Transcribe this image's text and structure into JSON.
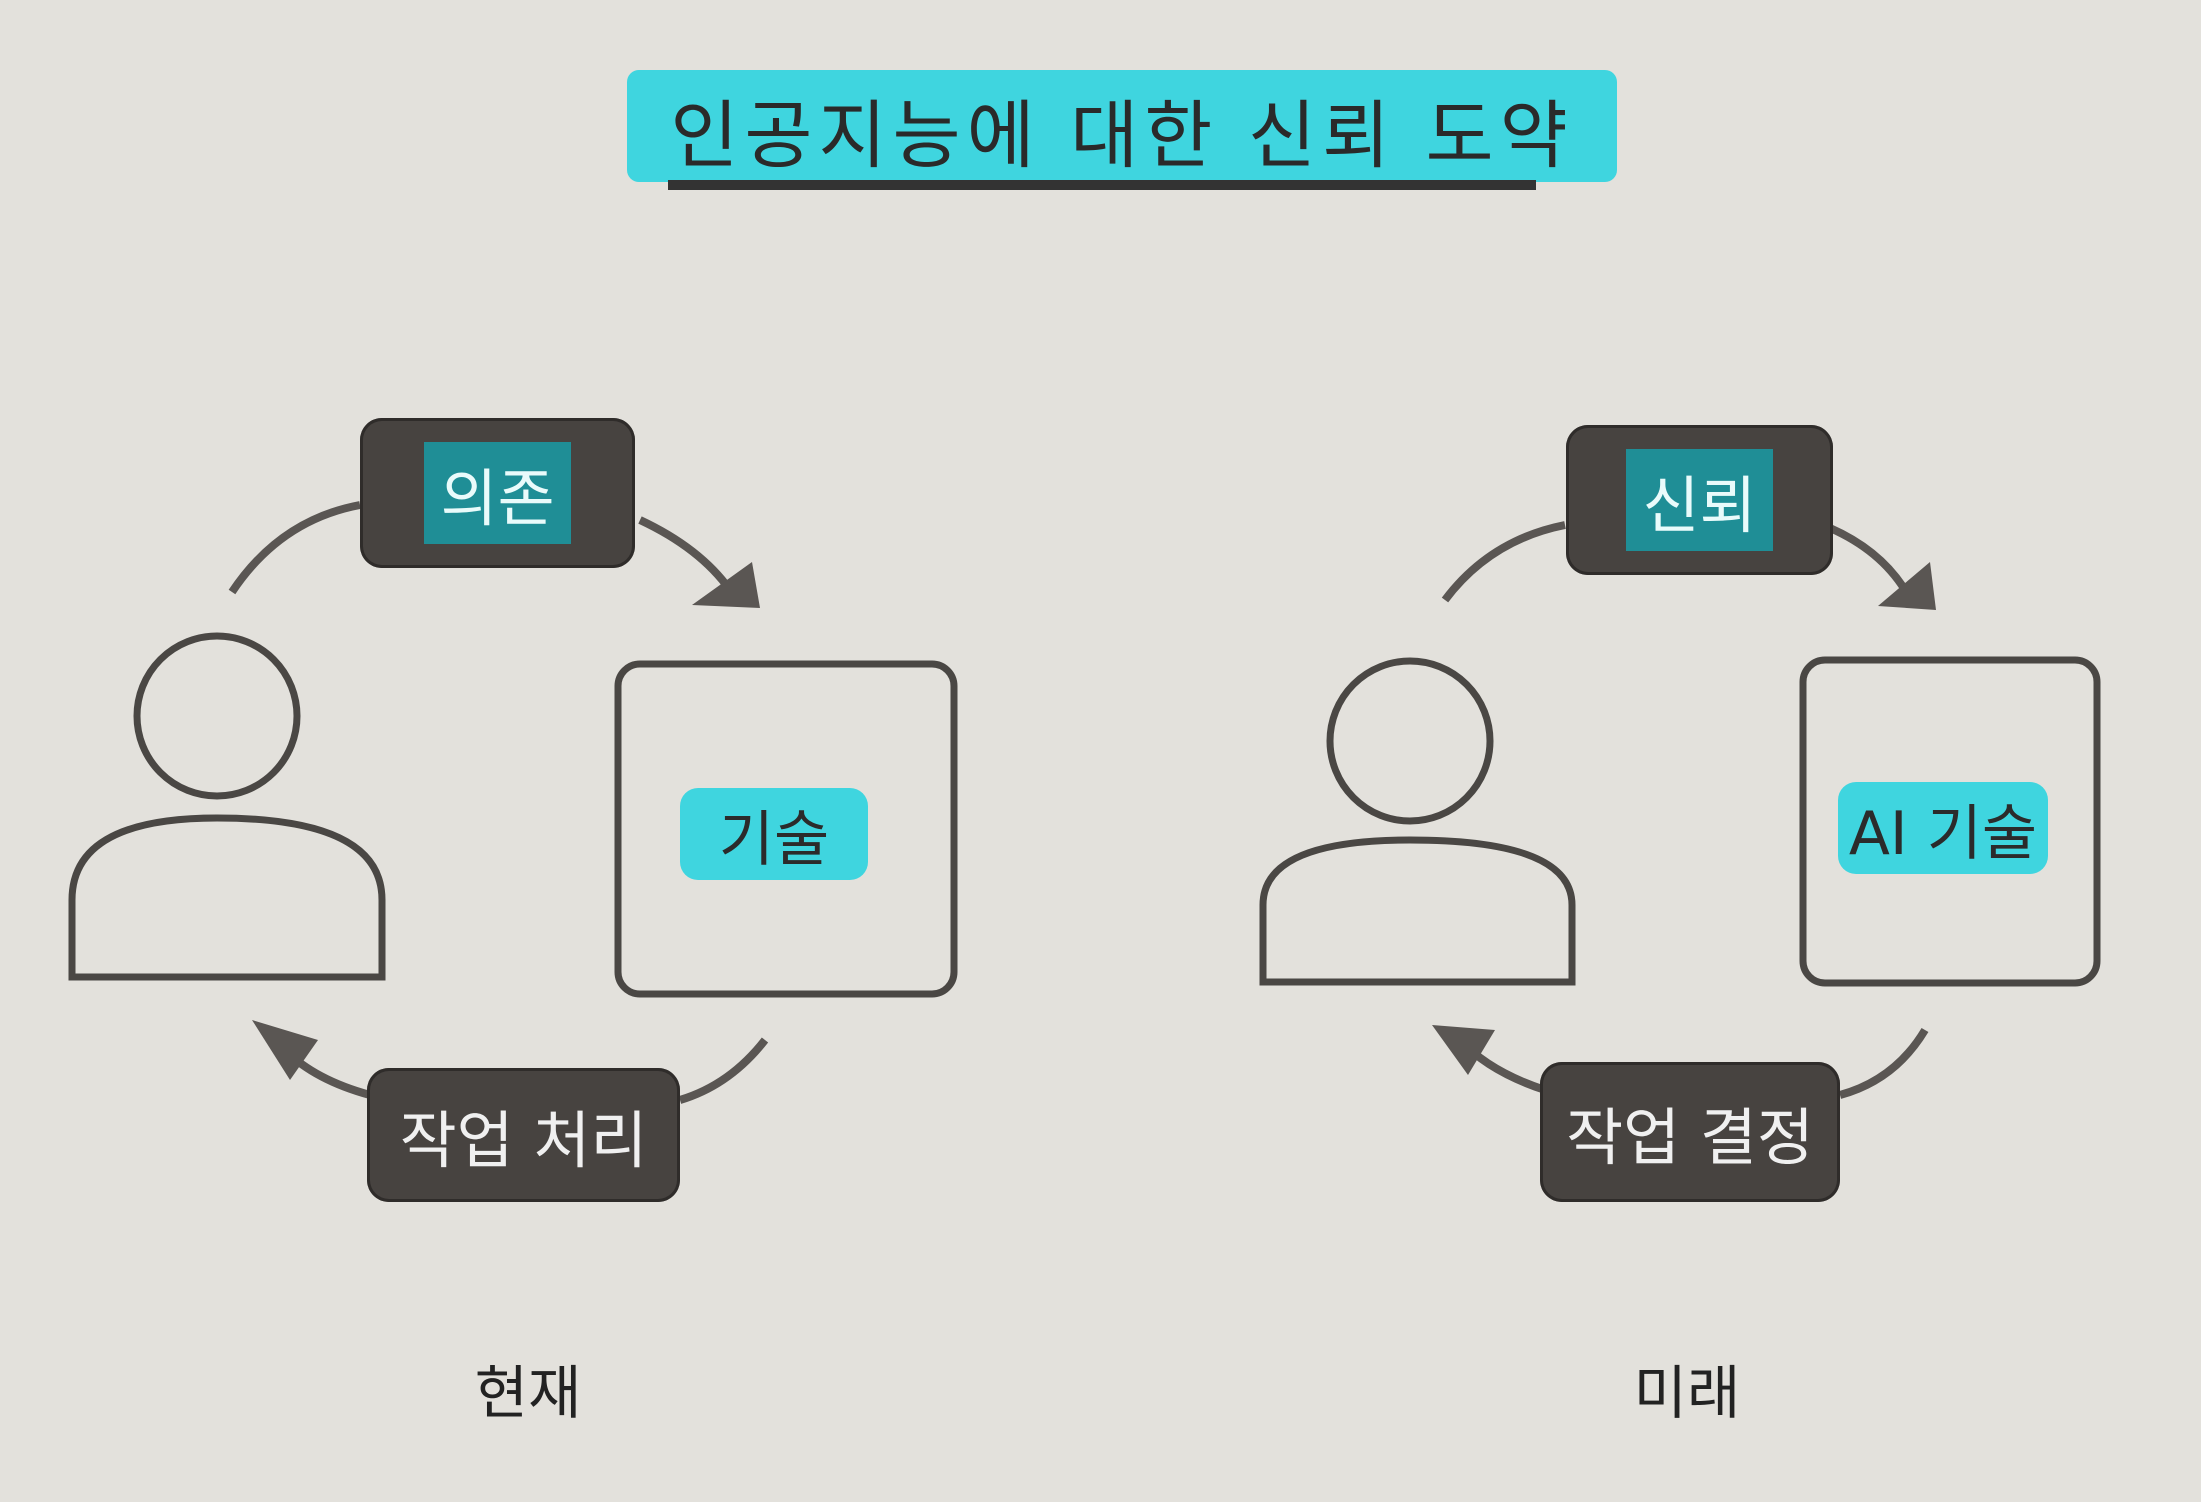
{
  "title": "인공지능에 대한 신뢰 도약",
  "left_panel": {
    "top_label": "의존",
    "box_label": "기술",
    "bottom_label": "작업 처리",
    "caption": "현재"
  },
  "right_panel": {
    "top_label": "신뢰",
    "box_label": "AI 기술",
    "bottom_label": "작업 결정",
    "caption": "미래"
  },
  "colors": {
    "highlight": "#3fd5df",
    "label_bg": "#474340",
    "label_text_bg": "#1f8e96",
    "line": "#5a5653"
  }
}
